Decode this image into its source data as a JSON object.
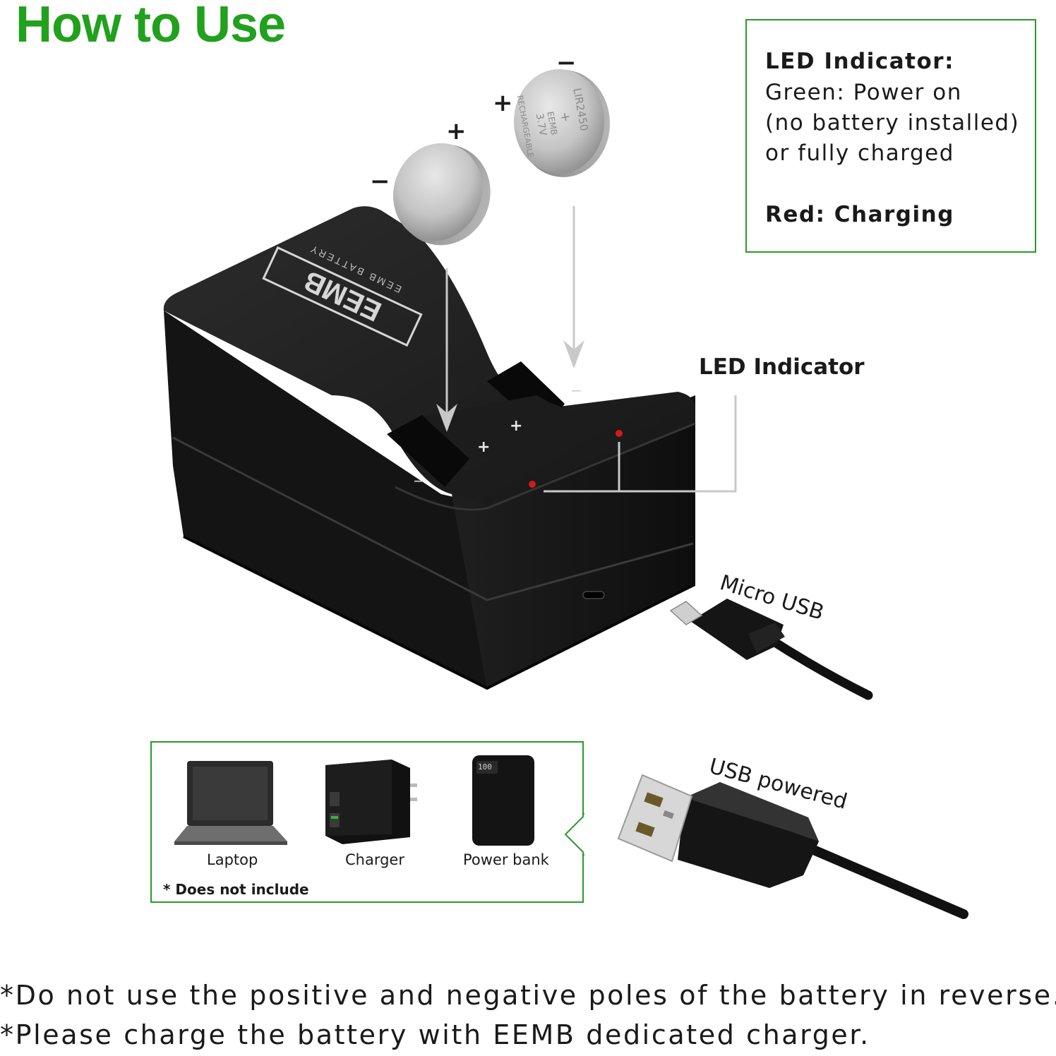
{
  "title": "How to Use",
  "led_info": {
    "heading": "LED Indicator:",
    "green_line1": "Green: Power on",
    "green_line2": "(no battery installed)",
    "green_line3": "or fully charged",
    "red_line": "Red: Charging"
  },
  "callouts": {
    "led_indicator": "LED Indicator",
    "micro_usb": "Micro USB",
    "usb_powered": "USB powered"
  },
  "charger": {
    "brand": "EEMB BATTERY",
    "logo": "EEMB",
    "led_color": "#d21a1a"
  },
  "battery": {
    "model": "LIR2450",
    "brand": "EEMB",
    "voltage": "3.7V",
    "type": "RECHARGEABLE"
  },
  "polarity": {
    "plus": "+",
    "minus": "−"
  },
  "power_sources": {
    "items": [
      "Laptop",
      "Charger",
      "Power bank"
    ],
    "powerbank_display": "100",
    "footnote": "* Does not include"
  },
  "notes": [
    "*Do not use the positive and negative poles of the battery in reverse.",
    "*Please charge the battery with EEMB dedicated charger."
  ],
  "colors": {
    "accent_green": "#21a11d",
    "box_border": "#2a9a2a"
  }
}
